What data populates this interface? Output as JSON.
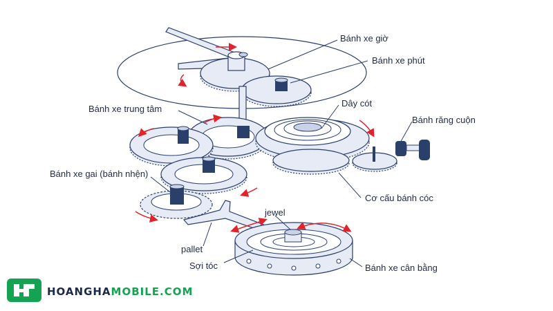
{
  "labels": {
    "hour_wheel": "Bánh xe giờ",
    "minute_wheel": "Bánh xe phút",
    "center_wheel": "Bánh xe trung tâm",
    "mainspring": "Dây cót",
    "winding_gear": "Bánh răng cuộn",
    "escape_wheel": "Bánh xe gai (bánh nhện)",
    "ratchet": "Cơ cấu bánh cóc",
    "jewel": "jewel",
    "pallet": "pallet",
    "hairspring": "Sợi tóc",
    "balance_wheel": "Bánh xe cân bằng"
  },
  "logo": {
    "text_dark": "HOANGHA",
    "text_green": "MOBILE.COM"
  },
  "colors": {
    "line": "#2b3f6b",
    "fill": "#e6ebf5",
    "fill_dark": "#c9d2e6",
    "arrow": "#e0242b",
    "logo_green": "#14a352",
    "logo_dark": "#1b2a4a"
  }
}
